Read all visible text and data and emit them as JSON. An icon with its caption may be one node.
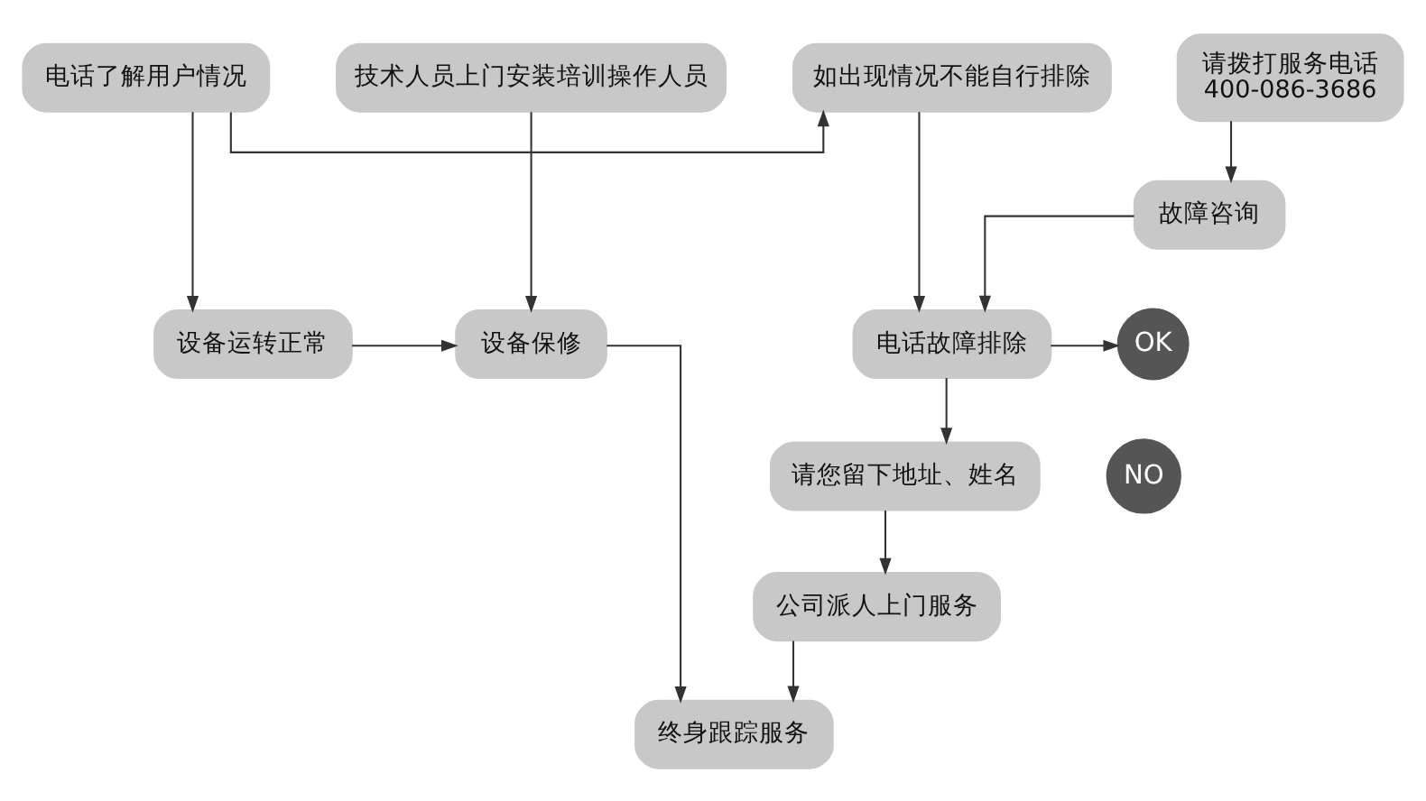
{
  "diagram": {
    "nodes": [
      {
        "text": [
          "技术人员上门安装培训操作人员"
        ]
      },
      {
        "text": [
          "电话了解用户情况"
        ]
      },
      {
        "text": [
          "如出现情况不能自行排除"
        ]
      },
      {
        "text": [
          "请拨打服务电话",
          "400-086-3686"
        ]
      },
      {
        "text": [
          "故障咨询"
        ]
      },
      {
        "text": [
          "设备保修"
        ]
      },
      {
        "text": [
          "设备运转正常"
        ]
      },
      {
        "text": [
          "电话故障排除"
        ]
      },
      {
        "text": [
          "OK"
        ]
      },
      {
        "text": [
          "NO"
        ]
      },
      {
        "text": [
          "请您留下地址、姓名"
        ]
      },
      {
        "text": [
          "公司派人上门服务"
        ]
      },
      {
        "text": [
          "终身跟踪服务"
        ]
      }
    ],
    "edges": [
      {
        "from": 0,
        "to": 5,
        "arrow": "to"
      },
      {
        "from": 1,
        "to": 2,
        "arrow": "to"
      },
      {
        "from": 1,
        "to": 6,
        "arrow": "to"
      },
      {
        "from": 2,
        "to": 7,
        "arrow": "to"
      },
      {
        "from": 3,
        "to": 4,
        "arrow": "to"
      },
      {
        "from": 4,
        "to": 7,
        "arrow": "to"
      },
      {
        "from": 6,
        "to": 5,
        "arrow": "to"
      },
      {
        "from": 7,
        "to": 8,
        "arrow": "to"
      },
      {
        "from": 7,
        "to": 10,
        "arrow": "to"
      },
      {
        "from": 10,
        "to": 11,
        "arrow": "to"
      },
      {
        "from": 11,
        "to": 12,
        "arrow": "to"
      },
      {
        "from": 5,
        "to": 12,
        "arrow": "to"
      }
    ]
  }
}
